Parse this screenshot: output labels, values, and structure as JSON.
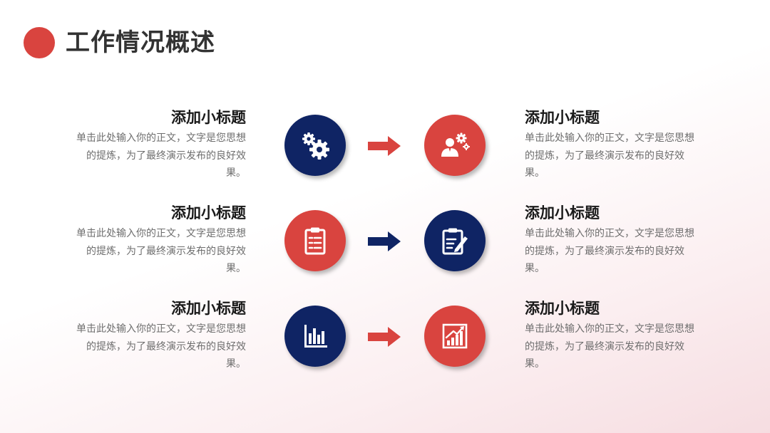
{
  "header": {
    "title": "工作情况概述"
  },
  "colors": {
    "accent_red": "#d9443f",
    "navy": "#0f2464"
  },
  "rows": [
    {
      "left": {
        "title": "添加小标题",
        "body": "单击此处输入你的正文，文字是您思想的提炼，为了最终演示发布的良好效果。"
      },
      "right": {
        "title": "添加小标题",
        "body": "单击此处输入你的正文，文字是您思想的提炼，为了最终演示发布的良好效果。"
      },
      "left_icon": "gears-icon",
      "right_icon": "person-gears-icon",
      "arrow_color": "red"
    },
    {
      "left": {
        "title": "添加小标题",
        "body": "单击此处输入你的正文，文字是您思想的提炼，为了最终演示发布的良好效果。"
      },
      "right": {
        "title": "添加小标题",
        "body": "单击此处输入你的正文，文字是您思想的提炼，为了最终演示发布的良好效果。"
      },
      "left_icon": "clipboard-checklist-icon",
      "right_icon": "edit-document-icon",
      "arrow_color": "navy"
    },
    {
      "left": {
        "title": "添加小标题",
        "body": "单击此处输入你的正文，文字是您思想的提炼，为了最终演示发布的良好效果。"
      },
      "right": {
        "title": "添加小标题",
        "body": "单击此处输入你的正文，文字是您思想的提炼，为了最终演示发布的良好效果。"
      },
      "left_icon": "bar-chart-icon",
      "right_icon": "growth-chart-icon",
      "arrow_color": "red"
    }
  ]
}
